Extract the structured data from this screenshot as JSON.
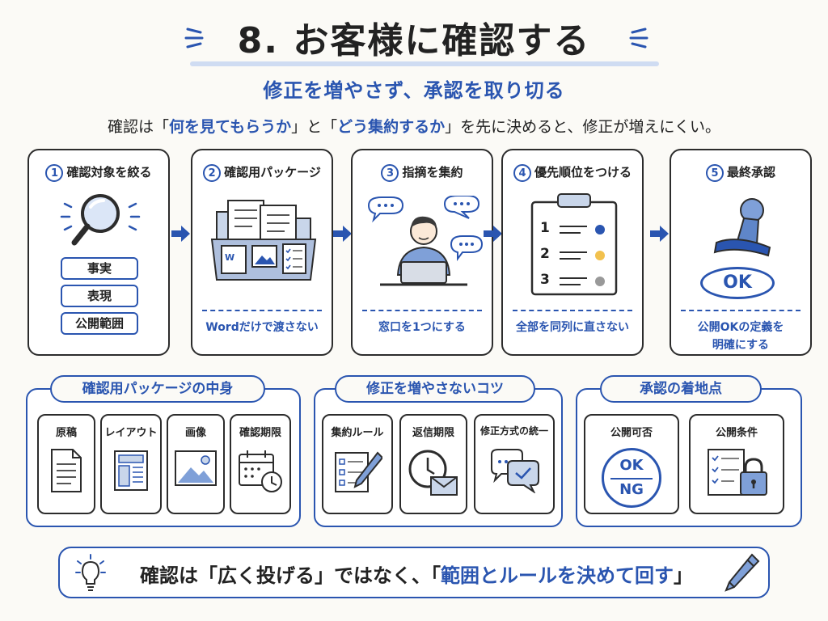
{
  "header": {
    "title": "8. お客様に確認する",
    "subtitle": "修正を増やさず、承認を取り切る",
    "lead_before": "確認は「",
    "lead_q1": "何を見てもらうか",
    "lead_mid": "」と「",
    "lead_q2": "どう集約するか",
    "lead_after": "」を先に決めると、修正が増えにくい。"
  },
  "steps": [
    {
      "num": "1",
      "title": "確認対象を絞る",
      "tags": [
        "事実",
        "表現",
        "公開範囲"
      ],
      "footer": ""
    },
    {
      "num": "2",
      "title": "確認用パッケージ",
      "footer": "Wordだけで渡さない"
    },
    {
      "num": "3",
      "title": "指摘を集約",
      "footer": "窓口を1つにする"
    },
    {
      "num": "4",
      "title": "優先順位をつける",
      "list_numbers": [
        "1",
        "2",
        "3"
      ],
      "footer": "全部を同列に直さない"
    },
    {
      "num": "5",
      "title": "最終承認",
      "stamp_text": "OK",
      "footer_line1": "公開OKの定義を",
      "footer_line2": "明確にする"
    }
  ],
  "groups": [
    {
      "title": "確認用パッケージの中身",
      "cards": [
        "原稿",
        "レイアウト",
        "画像",
        "確認期限"
      ]
    },
    {
      "title": "修正を増やさないコツ",
      "cards": [
        "集約ルール",
        "返信期限",
        "修正方式の統一"
      ]
    },
    {
      "title": "承認の着地点",
      "cards": [
        "公開可否",
        "公開条件"
      ],
      "okng_ok": "OK",
      "okng_ng": "NG"
    }
  ],
  "banner": {
    "before": "確認は「広く投げる」ではなく、「",
    "highlight": "範囲とルールを決めて回す",
    "after": "」"
  },
  "colors": {
    "accent": "#2a55b0",
    "stroke": "#2c2c2c",
    "yellow": "#f2c14e"
  }
}
